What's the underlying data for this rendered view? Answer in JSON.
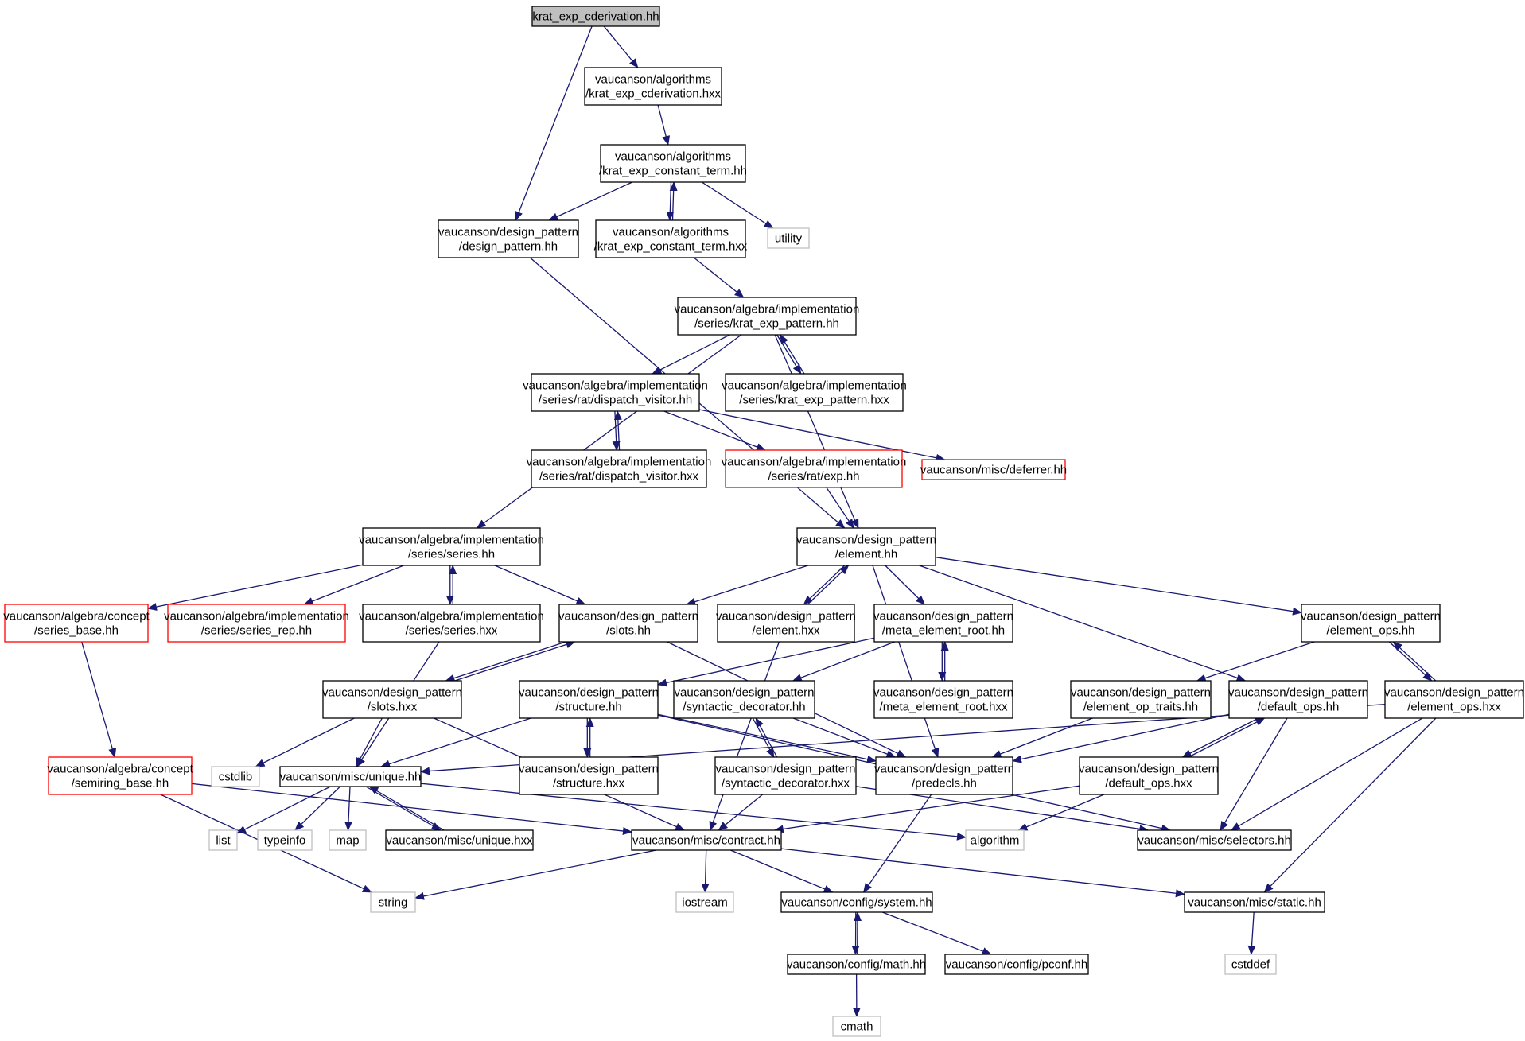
{
  "nodes": [
    {
      "id": "krat_exp_cderivation_hh",
      "label": [
        "krat_exp_cderivation.hh"
      ],
      "kind": "root"
    },
    {
      "id": "algorithms_krat_exp_cderivation_hxx",
      "label": [
        "vaucanson/algorithms",
        "/krat_exp_cderivation.hxx"
      ],
      "kind": "normal"
    },
    {
      "id": "algorithms_krat_exp_constant_term_hh",
      "label": [
        "vaucanson/algorithms",
        "/krat_exp_constant_term.hh"
      ],
      "kind": "normal"
    },
    {
      "id": "design_pattern_hh",
      "label": [
        "vaucanson/design_pattern",
        "/design_pattern.hh"
      ],
      "kind": "normal"
    },
    {
      "id": "algorithms_krat_exp_constant_term_hxx",
      "label": [
        "vaucanson/algorithms",
        "/krat_exp_constant_term.hxx"
      ],
      "kind": "normal"
    },
    {
      "id": "utility",
      "label": [
        "utility"
      ],
      "kind": "system"
    },
    {
      "id": "krat_exp_pattern_hh",
      "label": [
        "vaucanson/algebra/implementation",
        "/series/krat_exp_pattern.hh"
      ],
      "kind": "normal"
    },
    {
      "id": "dispatch_visitor_hh",
      "label": [
        "vaucanson/algebra/implementation",
        "/series/rat/dispatch_visitor.hh"
      ],
      "kind": "normal"
    },
    {
      "id": "krat_exp_pattern_hxx",
      "label": [
        "vaucanson/algebra/implementation",
        "/series/krat_exp_pattern.hxx"
      ],
      "kind": "normal"
    },
    {
      "id": "dispatch_visitor_hxx",
      "label": [
        "vaucanson/algebra/implementation",
        "/series/rat/dispatch_visitor.hxx"
      ],
      "kind": "normal"
    },
    {
      "id": "rat_exp_hh",
      "label": [
        "vaucanson/algebra/implementation",
        "/series/rat/exp.hh"
      ],
      "kind": "truncated"
    },
    {
      "id": "deferrer_hh",
      "label": [
        "vaucanson/misc/deferrer.hh"
      ],
      "kind": "truncated"
    },
    {
      "id": "series_hh",
      "label": [
        "vaucanson/algebra/implementation",
        "/series/series.hh"
      ],
      "kind": "normal"
    },
    {
      "id": "element_hh",
      "label": [
        "vaucanson/design_pattern",
        "/element.hh"
      ],
      "kind": "normal"
    },
    {
      "id": "series_base_hh",
      "label": [
        "vaucanson/algebra/concept",
        "/series_base.hh"
      ],
      "kind": "truncated"
    },
    {
      "id": "series_rep_hh",
      "label": [
        "vaucanson/algebra/implementation",
        "/series/series_rep.hh"
      ],
      "kind": "truncated"
    },
    {
      "id": "series_hxx",
      "label": [
        "vaucanson/algebra/implementation",
        "/series/series.hxx"
      ],
      "kind": "normal"
    },
    {
      "id": "slots_hh",
      "label": [
        "vaucanson/design_pattern",
        "/slots.hh"
      ],
      "kind": "normal"
    },
    {
      "id": "element_hxx",
      "label": [
        "vaucanson/design_pattern",
        "/element.hxx"
      ],
      "kind": "normal"
    },
    {
      "id": "meta_element_root_hh",
      "label": [
        "vaucanson/design_pattern",
        "/meta_element_root.hh"
      ],
      "kind": "normal"
    },
    {
      "id": "element_ops_hh",
      "label": [
        "vaucanson/design_pattern",
        "/element_ops.hh"
      ],
      "kind": "normal"
    },
    {
      "id": "slots_hxx",
      "label": [
        "vaucanson/design_pattern",
        "/slots.hxx"
      ],
      "kind": "normal"
    },
    {
      "id": "structure_hh",
      "label": [
        "vaucanson/design_pattern",
        "/structure.hh"
      ],
      "kind": "normal"
    },
    {
      "id": "syntactic_decorator_hh",
      "label": [
        "vaucanson/design_pattern",
        "/syntactic_decorator.hh"
      ],
      "kind": "normal"
    },
    {
      "id": "meta_element_root_hxx",
      "label": [
        "vaucanson/design_pattern",
        "/meta_element_root.hxx"
      ],
      "kind": "normal"
    },
    {
      "id": "element_op_traits_hh",
      "label": [
        "vaucanson/design_pattern",
        "/element_op_traits.hh"
      ],
      "kind": "normal"
    },
    {
      "id": "default_ops_hh",
      "label": [
        "vaucanson/design_pattern",
        "/default_ops.hh"
      ],
      "kind": "normal"
    },
    {
      "id": "element_ops_hxx",
      "label": [
        "vaucanson/design_pattern",
        "/element_ops.hxx"
      ],
      "kind": "normal"
    },
    {
      "id": "semiring_base_hh",
      "label": [
        "vaucanson/algebra/concept",
        "/semiring_base.hh"
      ],
      "kind": "truncated"
    },
    {
      "id": "cstdlib",
      "label": [
        "cstdlib"
      ],
      "kind": "system"
    },
    {
      "id": "unique_hh",
      "label": [
        "vaucanson/misc/unique.hh"
      ],
      "kind": "normal"
    },
    {
      "id": "structure_hxx",
      "label": [
        "vaucanson/design_pattern",
        "/structure.hxx"
      ],
      "kind": "normal"
    },
    {
      "id": "syntactic_decorator_hxx",
      "label": [
        "vaucanson/design_pattern",
        "/syntactic_decorator.hxx"
      ],
      "kind": "normal"
    },
    {
      "id": "predecls_hh",
      "label": [
        "vaucanson/design_pattern",
        "/predecls.hh"
      ],
      "kind": "normal"
    },
    {
      "id": "default_ops_hxx",
      "label": [
        "vaucanson/design_pattern",
        "/default_ops.hxx"
      ],
      "kind": "normal"
    },
    {
      "id": "list",
      "label": [
        "list"
      ],
      "kind": "system"
    },
    {
      "id": "typeinfo",
      "label": [
        "typeinfo"
      ],
      "kind": "system"
    },
    {
      "id": "map",
      "label": [
        "map"
      ],
      "kind": "system"
    },
    {
      "id": "unique_hxx",
      "label": [
        "vaucanson/misc/unique.hxx"
      ],
      "kind": "normal"
    },
    {
      "id": "contract_hh",
      "label": [
        "vaucanson/misc/contract.hh"
      ],
      "kind": "normal"
    },
    {
      "id": "algorithm",
      "label": [
        "algorithm"
      ],
      "kind": "system"
    },
    {
      "id": "selectors_hh",
      "label": [
        "vaucanson/misc/selectors.hh"
      ],
      "kind": "normal"
    },
    {
      "id": "string",
      "label": [
        "string"
      ],
      "kind": "system"
    },
    {
      "id": "iostream",
      "label": [
        "iostream"
      ],
      "kind": "system"
    },
    {
      "id": "system_hh",
      "label": [
        "vaucanson/config/system.hh"
      ],
      "kind": "normal"
    },
    {
      "id": "static_hh",
      "label": [
        "vaucanson/misc/static.hh"
      ],
      "kind": "normal"
    },
    {
      "id": "cstddef",
      "label": [
        "cstddef"
      ],
      "kind": "system"
    },
    {
      "id": "math_hh",
      "label": [
        "vaucanson/config/math.hh"
      ],
      "kind": "normal"
    },
    {
      "id": "pconf_hh",
      "label": [
        "vaucanson/config/pconf.hh"
      ],
      "kind": "normal"
    },
    {
      "id": "cmath",
      "label": [
        "cmath"
      ],
      "kind": "system"
    }
  ],
  "edges": [
    [
      "krat_exp_cderivation_hh",
      "algorithms_krat_exp_cderivation_hxx"
    ],
    [
      "krat_exp_cderivation_hh",
      "design_pattern_hh"
    ],
    [
      "algorithms_krat_exp_cderivation_hxx",
      "algorithms_krat_exp_constant_term_hh"
    ],
    [
      "algorithms_krat_exp_constant_term_hh",
      "design_pattern_hh"
    ],
    [
      "algorithms_krat_exp_constant_term_hh",
      "algorithms_krat_exp_constant_term_hxx"
    ],
    [
      "algorithms_krat_exp_constant_term_hxx",
      "algorithms_krat_exp_constant_term_hh"
    ],
    [
      "algorithms_krat_exp_constant_term_hh",
      "utility"
    ],
    [
      "algorithms_krat_exp_constant_term_hxx",
      "krat_exp_pattern_hh"
    ],
    [
      "design_pattern_hh",
      "element_hh"
    ],
    [
      "krat_exp_pattern_hh",
      "dispatch_visitor_hh"
    ],
    [
      "krat_exp_pattern_hh",
      "krat_exp_pattern_hxx"
    ],
    [
      "krat_exp_pattern_hxx",
      "krat_exp_pattern_hh"
    ],
    [
      "krat_exp_pattern_hh",
      "series_hh"
    ],
    [
      "krat_exp_pattern_hh",
      "element_hh"
    ],
    [
      "dispatch_visitor_hh",
      "dispatch_visitor_hxx"
    ],
    [
      "dispatch_visitor_hxx",
      "dispatch_visitor_hh"
    ],
    [
      "dispatch_visitor_hh",
      "rat_exp_hh"
    ],
    [
      "dispatch_visitor_hh",
      "deferrer_hh"
    ],
    [
      "rat_exp_hh",
      "element_hh"
    ],
    [
      "series_hh",
      "series_base_hh"
    ],
    [
      "series_hh",
      "series_rep_hh"
    ],
    [
      "series_hh",
      "series_hxx"
    ],
    [
      "series_hxx",
      "series_hh"
    ],
    [
      "series_hh",
      "slots_hh"
    ],
    [
      "series_hxx",
      "unique_hh"
    ],
    [
      "series_base_hh",
      "semiring_base_hh"
    ],
    [
      "semiring_base_hh",
      "contract_hh"
    ],
    [
      "semiring_base_hh",
      "string"
    ],
    [
      "element_hh",
      "slots_hh"
    ],
    [
      "element_hh",
      "element_hxx"
    ],
    [
      "element_hxx",
      "element_hh"
    ],
    [
      "element_hh",
      "meta_element_root_hh"
    ],
    [
      "element_hh",
      "element_ops_hh"
    ],
    [
      "element_hh",
      "default_ops_hh"
    ],
    [
      "element_hh",
      "predecls_hh"
    ],
    [
      "element_hxx",
      "contract_hh"
    ],
    [
      "slots_hh",
      "slots_hxx"
    ],
    [
      "slots_hxx",
      "slots_hh"
    ],
    [
      "slots_hh",
      "predecls_hh"
    ],
    [
      "slots_hxx",
      "cstdlib"
    ],
    [
      "slots_hxx",
      "unique_hh"
    ],
    [
      "slots_hxx",
      "contract_hh"
    ],
    [
      "meta_element_root_hh",
      "structure_hh"
    ],
    [
      "meta_element_root_hh",
      "syntactic_decorator_hh"
    ],
    [
      "meta_element_root_hh",
      "meta_element_root_hxx"
    ],
    [
      "meta_element_root_hxx",
      "meta_element_root_hh"
    ],
    [
      "element_ops_hh",
      "element_op_traits_hh"
    ],
    [
      "element_ops_hh",
      "element_ops_hxx"
    ],
    [
      "element_ops_hxx",
      "element_ops_hh"
    ],
    [
      "element_ops_hxx",
      "unique_hh"
    ],
    [
      "element_ops_hxx",
      "selectors_hh"
    ],
    [
      "element_ops_hxx",
      "static_hh"
    ],
    [
      "structure_hh",
      "structure_hxx"
    ],
    [
      "structure_hxx",
      "structure_hh"
    ],
    [
      "structure_hh",
      "unique_hh"
    ],
    [
      "structure_hh",
      "predecls_hh"
    ],
    [
      "structure_hh",
      "selectors_hh"
    ],
    [
      "syntactic_decorator_hh",
      "syntactic_decorator_hxx"
    ],
    [
      "syntactic_decorator_hxx",
      "syntactic_decorator_hh"
    ],
    [
      "syntactic_decorator_hh",
      "predecls_hh"
    ],
    [
      "syntactic_decorator_hxx",
      "contract_hh"
    ],
    [
      "syntactic_decorator_hxx",
      "selectors_hh"
    ],
    [
      "element_op_traits_hh",
      "predecls_hh"
    ],
    [
      "default_ops_hh",
      "predecls_hh"
    ],
    [
      "default_ops_hh",
      "default_ops_hxx"
    ],
    [
      "default_ops_hxx",
      "default_ops_hh"
    ],
    [
      "default_ops_hh",
      "selectors_hh"
    ],
    [
      "default_ops_hxx",
      "contract_hh"
    ],
    [
      "default_ops_hxx",
      "algorithm"
    ],
    [
      "unique_hh",
      "list"
    ],
    [
      "unique_hh",
      "typeinfo"
    ],
    [
      "unique_hh",
      "map"
    ],
    [
      "unique_hh",
      "unique_hxx"
    ],
    [
      "unique_hxx",
      "unique_hh"
    ],
    [
      "unique_hh",
      "algorithm"
    ],
    [
      "predecls_hh",
      "system_hh"
    ],
    [
      "contract_hh",
      "string"
    ],
    [
      "contract_hh",
      "iostream"
    ],
    [
      "contract_hh",
      "system_hh"
    ],
    [
      "contract_hh",
      "static_hh"
    ],
    [
      "system_hh",
      "math_hh"
    ],
    [
      "math_hh",
      "system_hh"
    ],
    [
      "system_hh",
      "pconf_hh"
    ],
    [
      "math_hh",
      "cmath"
    ],
    [
      "static_hh",
      "cstddef"
    ]
  ],
  "colors": {
    "edge": "#191970",
    "node_border": "#000000",
    "truncated_border": "#ff0000",
    "system_border": "#bfbfbf",
    "root_fill": "#bfbfbf",
    "node_fill": "#ffffff"
  }
}
